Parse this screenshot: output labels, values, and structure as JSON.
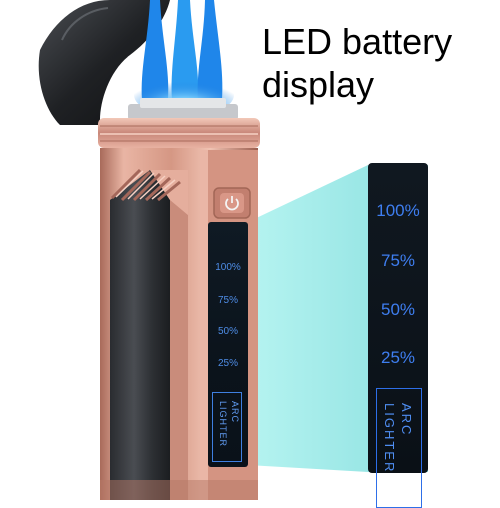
{
  "caption": {
    "line1": "LED battery",
    "line2": "display"
  },
  "mini_display": {
    "levels": [
      "100%",
      "75%",
      "50%",
      "25%"
    ],
    "brand_line1": "ARC",
    "brand_line2": "LIGHTER"
  },
  "big_display": {
    "levels": [
      "100%",
      "75%",
      "50%",
      "25%"
    ],
    "brand_line1": "ARC",
    "brand_line2": "LIGHTER"
  },
  "colors": {
    "flame": "#2a9bf0",
    "rose_gold": "#d79a86",
    "led_blue": "#3e7ef0",
    "glow": "#7fe2e2"
  }
}
